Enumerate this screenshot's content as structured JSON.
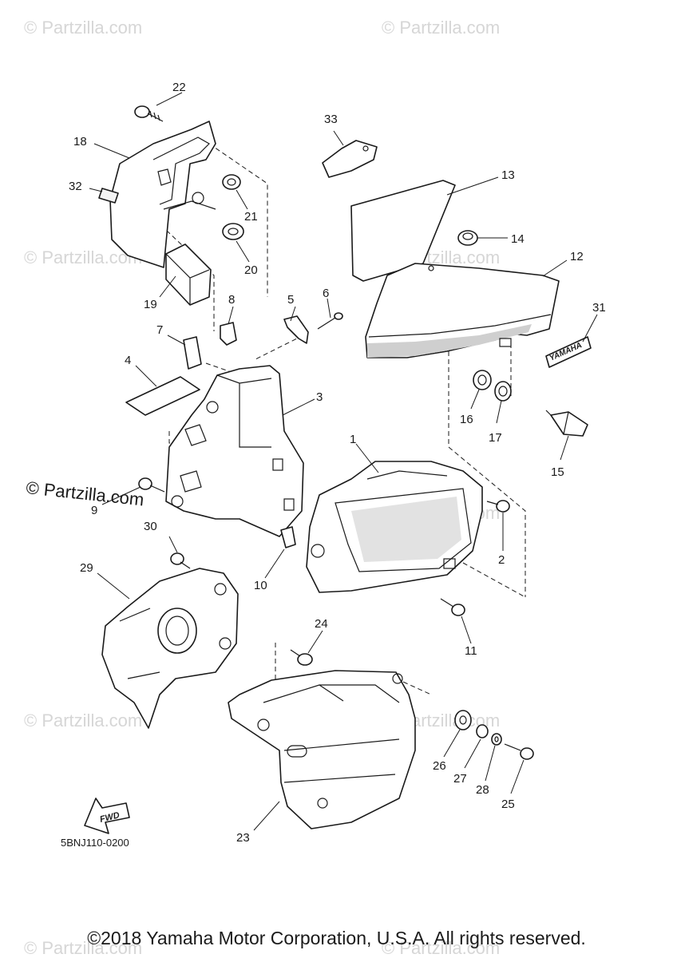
{
  "watermark": {
    "text": "© Partzilla.com"
  },
  "diagram_code": "5BNJ110-0200",
  "copyright": "©2018 Yamaha Motor Corporation, U.S.A. All rights reserved.",
  "badge_text": "YAMAHA",
  "fwd_text": "FWD",
  "callouts": [
    "1",
    "2",
    "3",
    "4",
    "5",
    "6",
    "7",
    "8",
    "9",
    "10",
    "11",
    "12",
    "13",
    "14",
    "15",
    "16",
    "17",
    "18",
    "19",
    "20",
    "21",
    "22",
    "23",
    "24",
    "25",
    "26",
    "27",
    "28",
    "29",
    "30",
    "31",
    "32",
    "33"
  ]
}
